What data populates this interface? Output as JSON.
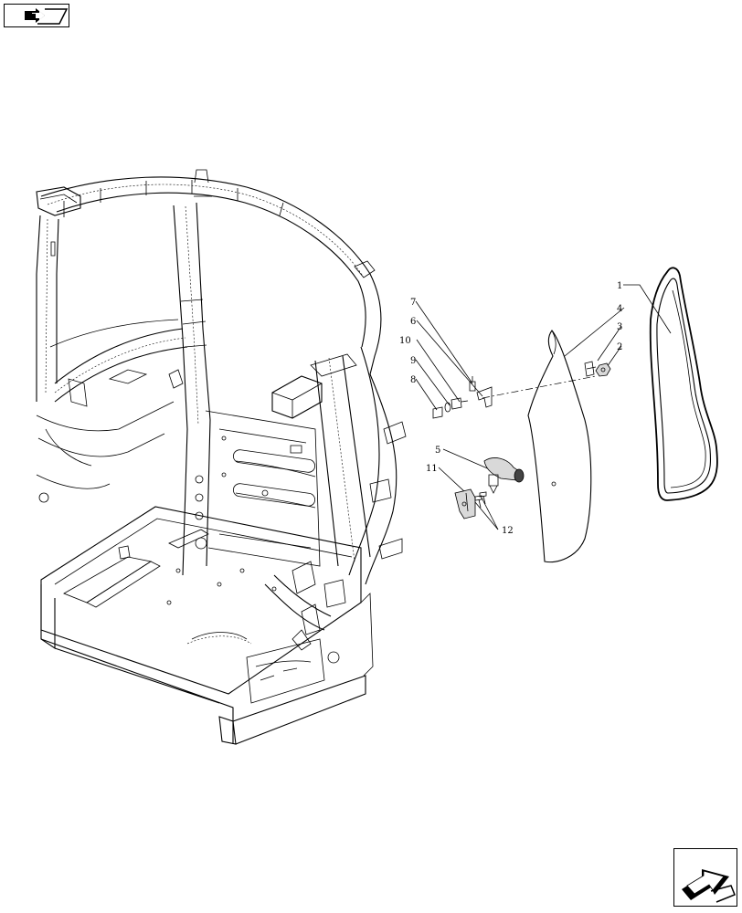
{
  "navigation": {
    "prev_icon": "arrow-left-icon",
    "next_icon": "arrow-right-icon"
  },
  "callouts": {
    "c1": "1",
    "c2": "2",
    "c3": "3",
    "c4": "4",
    "c5": "5",
    "c6": "6",
    "c7": "7",
    "c8": "8",
    "c9": "9",
    "c10": "10",
    "c11": "11",
    "c12": "12"
  }
}
